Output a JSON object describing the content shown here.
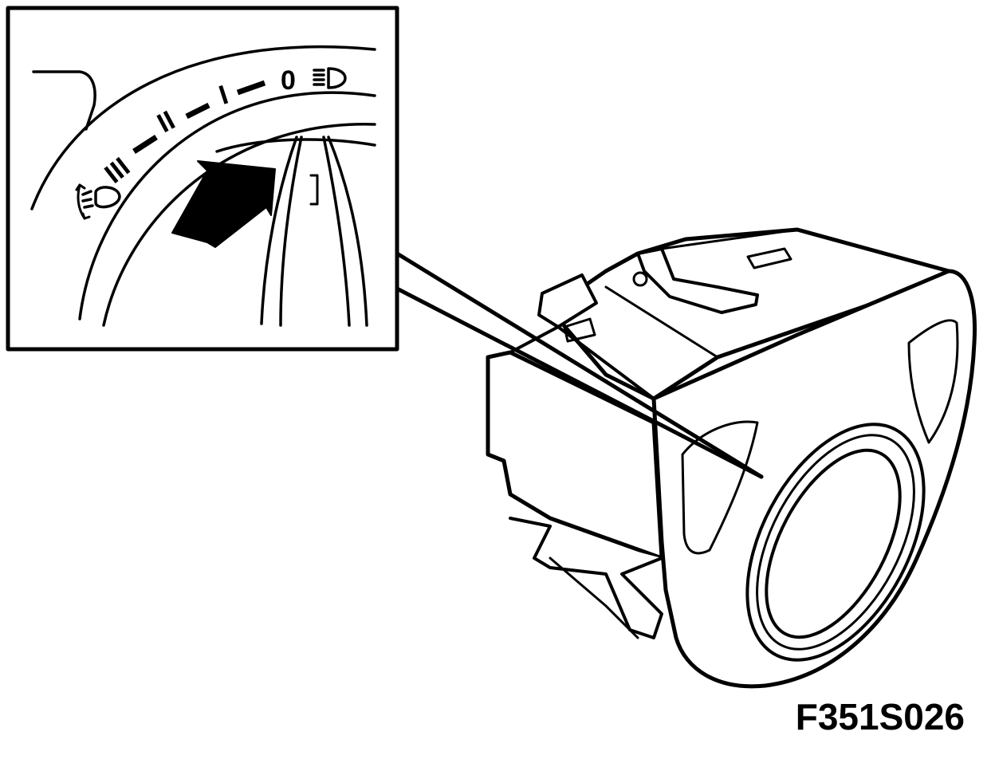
{
  "figure_code": "F351S026",
  "inset": {
    "scale_labels": [
      "0",
      "I",
      "II",
      "III"
    ],
    "left_symbol": "instrument-lighting-dimmer-icon",
    "right_symbol": "headlamp-icon",
    "pointer": "arrow-icon"
  },
  "colors": {
    "line": "#000000",
    "background": "#ffffff"
  }
}
